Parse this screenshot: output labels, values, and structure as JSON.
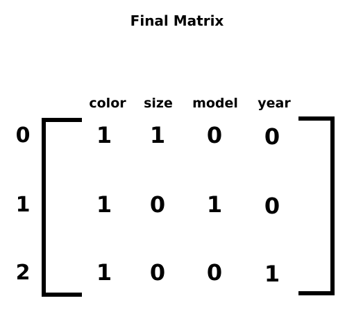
{
  "title": "Final Matrix",
  "columns": [
    "color",
    "size",
    "model",
    "year"
  ],
  "rows": [
    {
      "label": "0",
      "values": [
        "1",
        "1",
        "0",
        "0"
      ]
    },
    {
      "label": "1",
      "values": [
        "1",
        "0",
        "1",
        "0"
      ]
    },
    {
      "label": "2",
      "values": [
        "1",
        "0",
        "0",
        "1"
      ]
    }
  ]
}
